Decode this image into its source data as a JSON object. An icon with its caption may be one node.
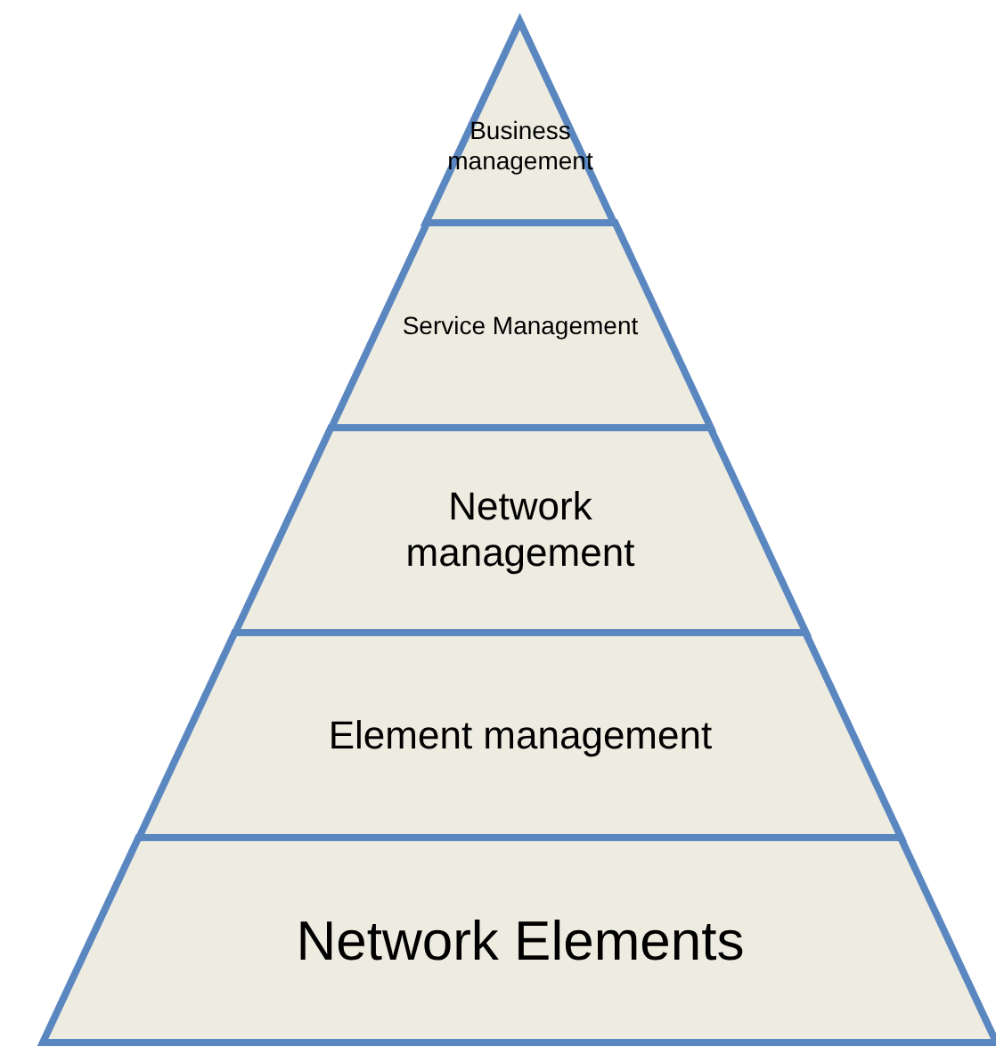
{
  "diagram": {
    "nodes": [
      {
        "text": [
          "Business management"
        ]
      },
      {
        "text": [
          "Service Management"
        ]
      },
      {
        "text": [
          "Network management"
        ]
      },
      {
        "text": [
          "Element management"
        ]
      },
      {
        "text": [
          "Network Elements"
        ]
      }
    ]
  }
}
